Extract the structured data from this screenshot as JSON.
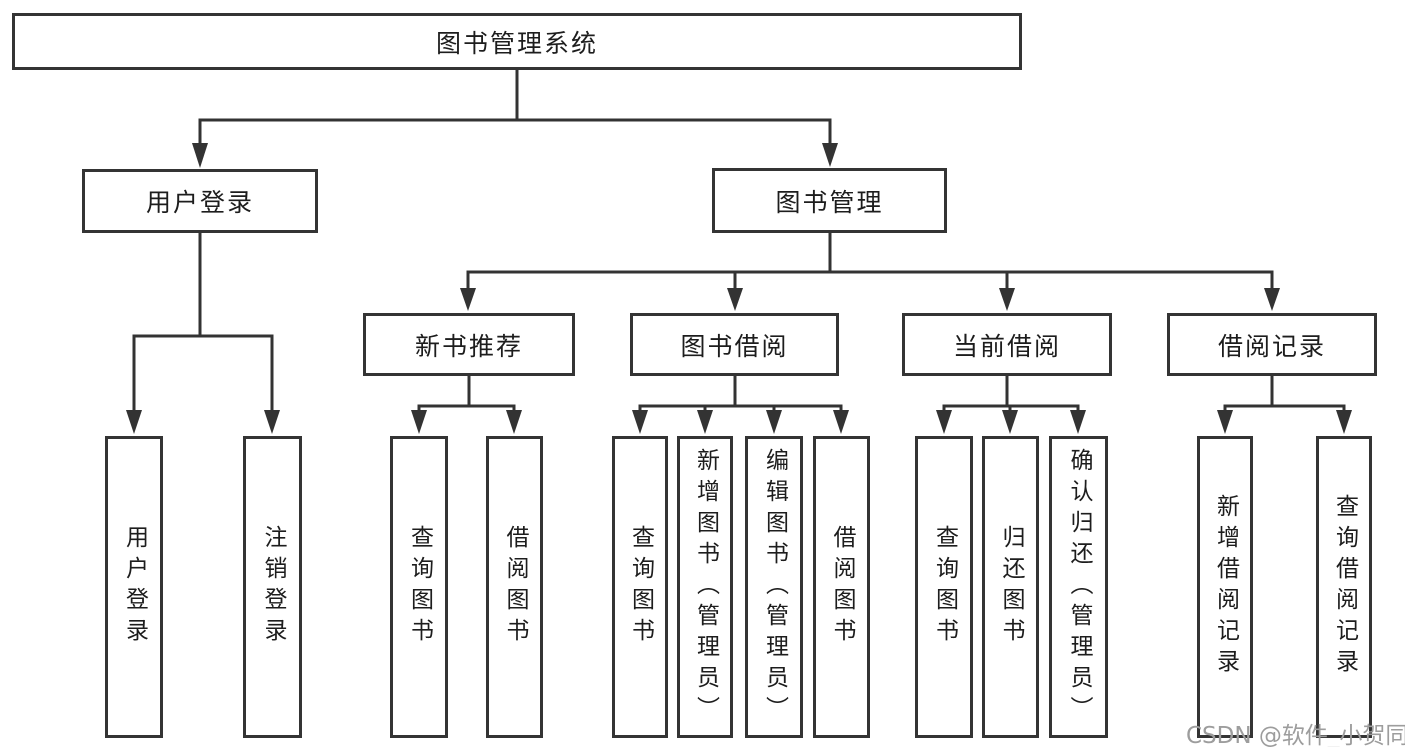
{
  "tree": {
    "root": {
      "label": "图书管理系统"
    },
    "login": {
      "label": "用户登录",
      "children": [
        {
          "label": "用户登录"
        },
        {
          "label": "注销登录"
        }
      ]
    },
    "mgmt": {
      "label": "图书管理",
      "sections": [
        {
          "label": "新书推荐",
          "children": [
            {
              "label": "查询图书"
            },
            {
              "label": "借阅图书"
            }
          ]
        },
        {
          "label": "图书借阅",
          "children": [
            {
              "label": "查询图书"
            },
            {
              "label": "新增图书（管理员）"
            },
            {
              "label": "编辑图书（管理员）"
            },
            {
              "label": "借阅图书"
            }
          ]
        },
        {
          "label": "当前借阅",
          "children": [
            {
              "label": "查询图书"
            },
            {
              "label": "归还图书"
            },
            {
              "label": "确认归还（管理员）"
            }
          ]
        },
        {
          "label": "借阅记录",
          "children": [
            {
              "label": "新增借阅记录"
            },
            {
              "label": "查询借阅记录"
            }
          ]
        }
      ]
    }
  },
  "watermark": {
    "text": "CSDN @软件_小贺同学"
  },
  "colors": {
    "line": "#333333",
    "text": "#1d1d1d",
    "watermark": "#9d9d9d",
    "background": "#ffffff"
  }
}
